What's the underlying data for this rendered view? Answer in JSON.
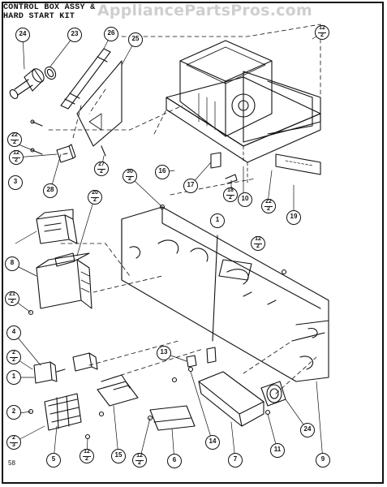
{
  "header": {
    "title_line1": "CONTROL BOX ASSY &",
    "title_line2": "HARD START KIT",
    "watermark": "AppliancePartsPros.com"
  },
  "footer": {
    "page_number": "58"
  },
  "callouts": [
    {
      "id": "c24a",
      "label": "24"
    },
    {
      "id": "c23",
      "label": "23"
    },
    {
      "id": "c26",
      "label": "26"
    },
    {
      "id": "c25",
      "label": "25"
    },
    {
      "id": "c12top",
      "label": "12",
      "den": "2"
    },
    {
      "id": "c22a",
      "label": "22",
      "den": "2"
    },
    {
      "id": "c12b",
      "label": "12",
      "den": "2"
    },
    {
      "id": "c27",
      "label": "27",
      "den": "2"
    },
    {
      "id": "c28",
      "label": "28"
    },
    {
      "id": "c3",
      "label": "3"
    },
    {
      "id": "c20a",
      "label": "20",
      "den": "2"
    },
    {
      "id": "c30",
      "label": "30",
      "den": "2"
    },
    {
      "id": "c16",
      "label": "16"
    },
    {
      "id": "c17",
      "label": "17"
    },
    {
      "id": "c18",
      "label": "18",
      "den": "2"
    },
    {
      "id": "c10",
      "label": "10"
    },
    {
      "id": "c22b",
      "label": "22",
      "den": "2"
    },
    {
      "id": "c19",
      "label": "19"
    },
    {
      "id": "c1a",
      "label": "1"
    },
    {
      "id": "c12c",
      "label": "12",
      "den": "2"
    },
    {
      "id": "c8",
      "label": "8"
    },
    {
      "id": "c21",
      "label": "21",
      "den": "2"
    },
    {
      "id": "c4",
      "label": "4"
    },
    {
      "id": "c2a",
      "label": "2",
      "den": "2"
    },
    {
      "id": "c1b",
      "label": "1"
    },
    {
      "id": "c13",
      "label": "13"
    },
    {
      "id": "c2b",
      "label": "2"
    },
    {
      "id": "c2c",
      "label": "2",
      "den": "3"
    },
    {
      "id": "c5",
      "label": "5"
    },
    {
      "id": "c12d",
      "label": "12",
      "den": "2"
    },
    {
      "id": "c15",
      "label": "15"
    },
    {
      "id": "c12e",
      "label": "12",
      "den": "2"
    },
    {
      "id": "c6",
      "label": "6"
    },
    {
      "id": "c7",
      "label": "7"
    },
    {
      "id": "c14",
      "label": "14"
    },
    {
      "id": "c11",
      "label": "11"
    },
    {
      "id": "c24b",
      "label": "24"
    },
    {
      "id": "c9",
      "label": "9"
    }
  ],
  "colors": {
    "ink": "#111111",
    "watermark": "#cfcfcf",
    "background": "#ffffff"
  }
}
